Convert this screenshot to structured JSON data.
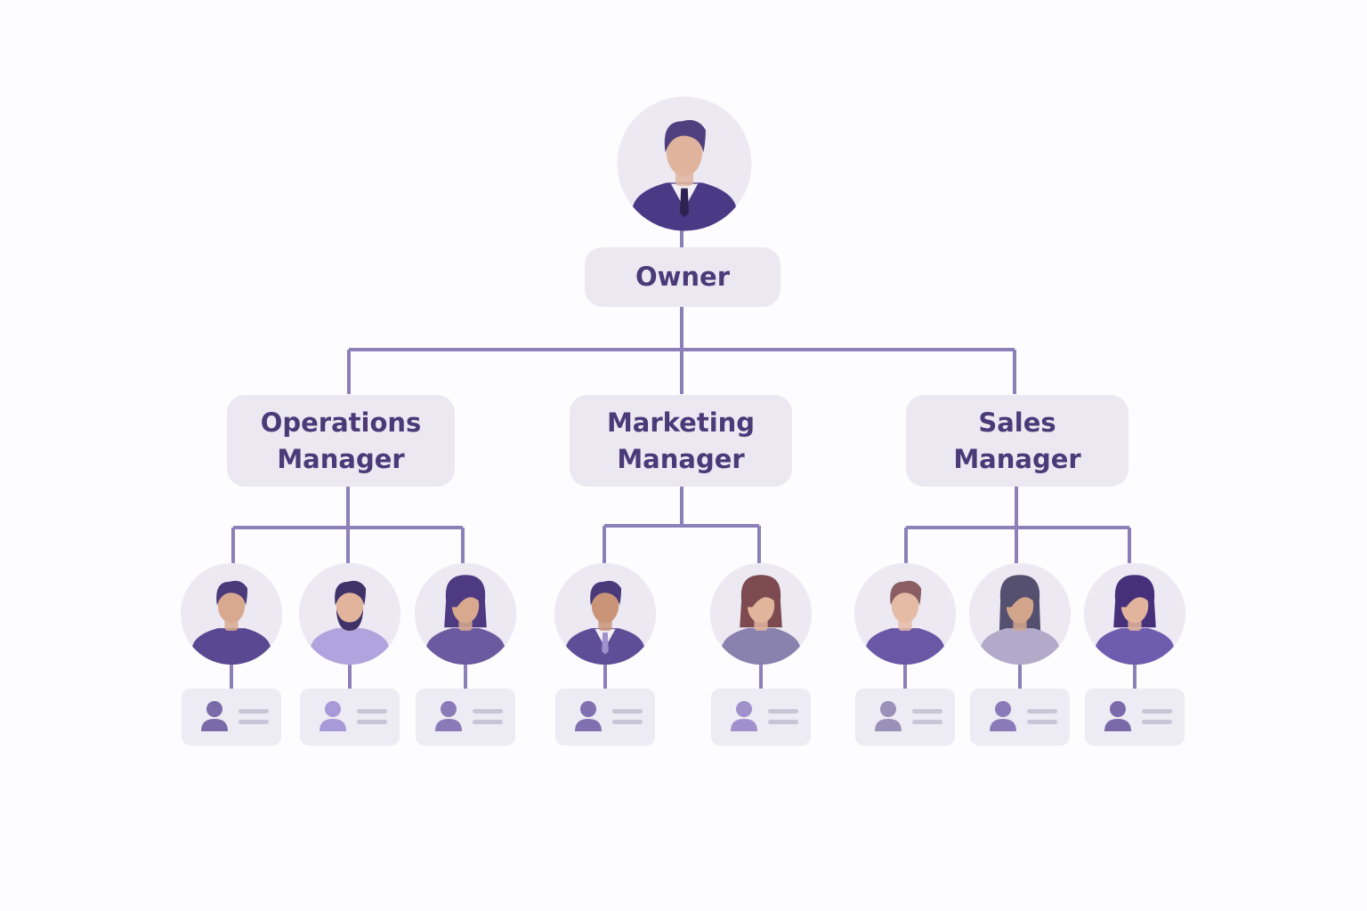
{
  "colors": {
    "line": "#8b80b8",
    "box": "#ebe8f2",
    "text": "#4a3a78",
    "avatar_bg": "#ece9f3"
  },
  "owner": {
    "title": "Owner",
    "avatar": {
      "style": "suit",
      "hair": "#4f3f7e",
      "skin": "#e0b39c",
      "shirt": "#4a3a86"
    }
  },
  "managers": [
    {
      "title": "Operations\nManager"
    },
    {
      "title": "Marketing\nManager"
    },
    {
      "title": "Sales\nManager"
    }
  ],
  "employees": [
    {
      "group": 0,
      "style": "male",
      "hair": "#4a3a7a",
      "skin": "#d9a98f",
      "shirt": "#5a4892",
      "icon": "#7a6aaa"
    },
    {
      "group": 0,
      "style": "beard",
      "hair": "#3f3268",
      "skin": "#e2b49c",
      "shirt": "#b0a4df",
      "icon": "#a899d8"
    },
    {
      "group": 0,
      "style": "female",
      "hair": "#4d3a80",
      "skin": "#d9a98f",
      "shirt": "#6b5aa0",
      "icon": "#8a7bb8"
    },
    {
      "group": 1,
      "style": "suit",
      "hair": "#4a3a7a",
      "skin": "#c99478",
      "shirt": "#5e4e98",
      "icon": "#8070b0"
    },
    {
      "group": 1,
      "style": "female",
      "hair": "#7d4a50",
      "skin": "#e2b49c",
      "shirt": "#8a82ae",
      "icon": "#a090cc"
    },
    {
      "group": 2,
      "style": "male",
      "hair": "#8a5e62",
      "skin": "#e6bba6",
      "shirt": "#6a58a6",
      "icon": "#9a90b8"
    },
    {
      "group": 2,
      "style": "female-long",
      "hair": "#565070",
      "skin": "#d3a68c",
      "shirt": "#b2aac8",
      "icon": "#8a7bb8"
    },
    {
      "group": 2,
      "style": "female",
      "hair": "#46307a",
      "skin": "#e2b49c",
      "shirt": "#6e5cae",
      "icon": "#7a6aaa"
    }
  ]
}
